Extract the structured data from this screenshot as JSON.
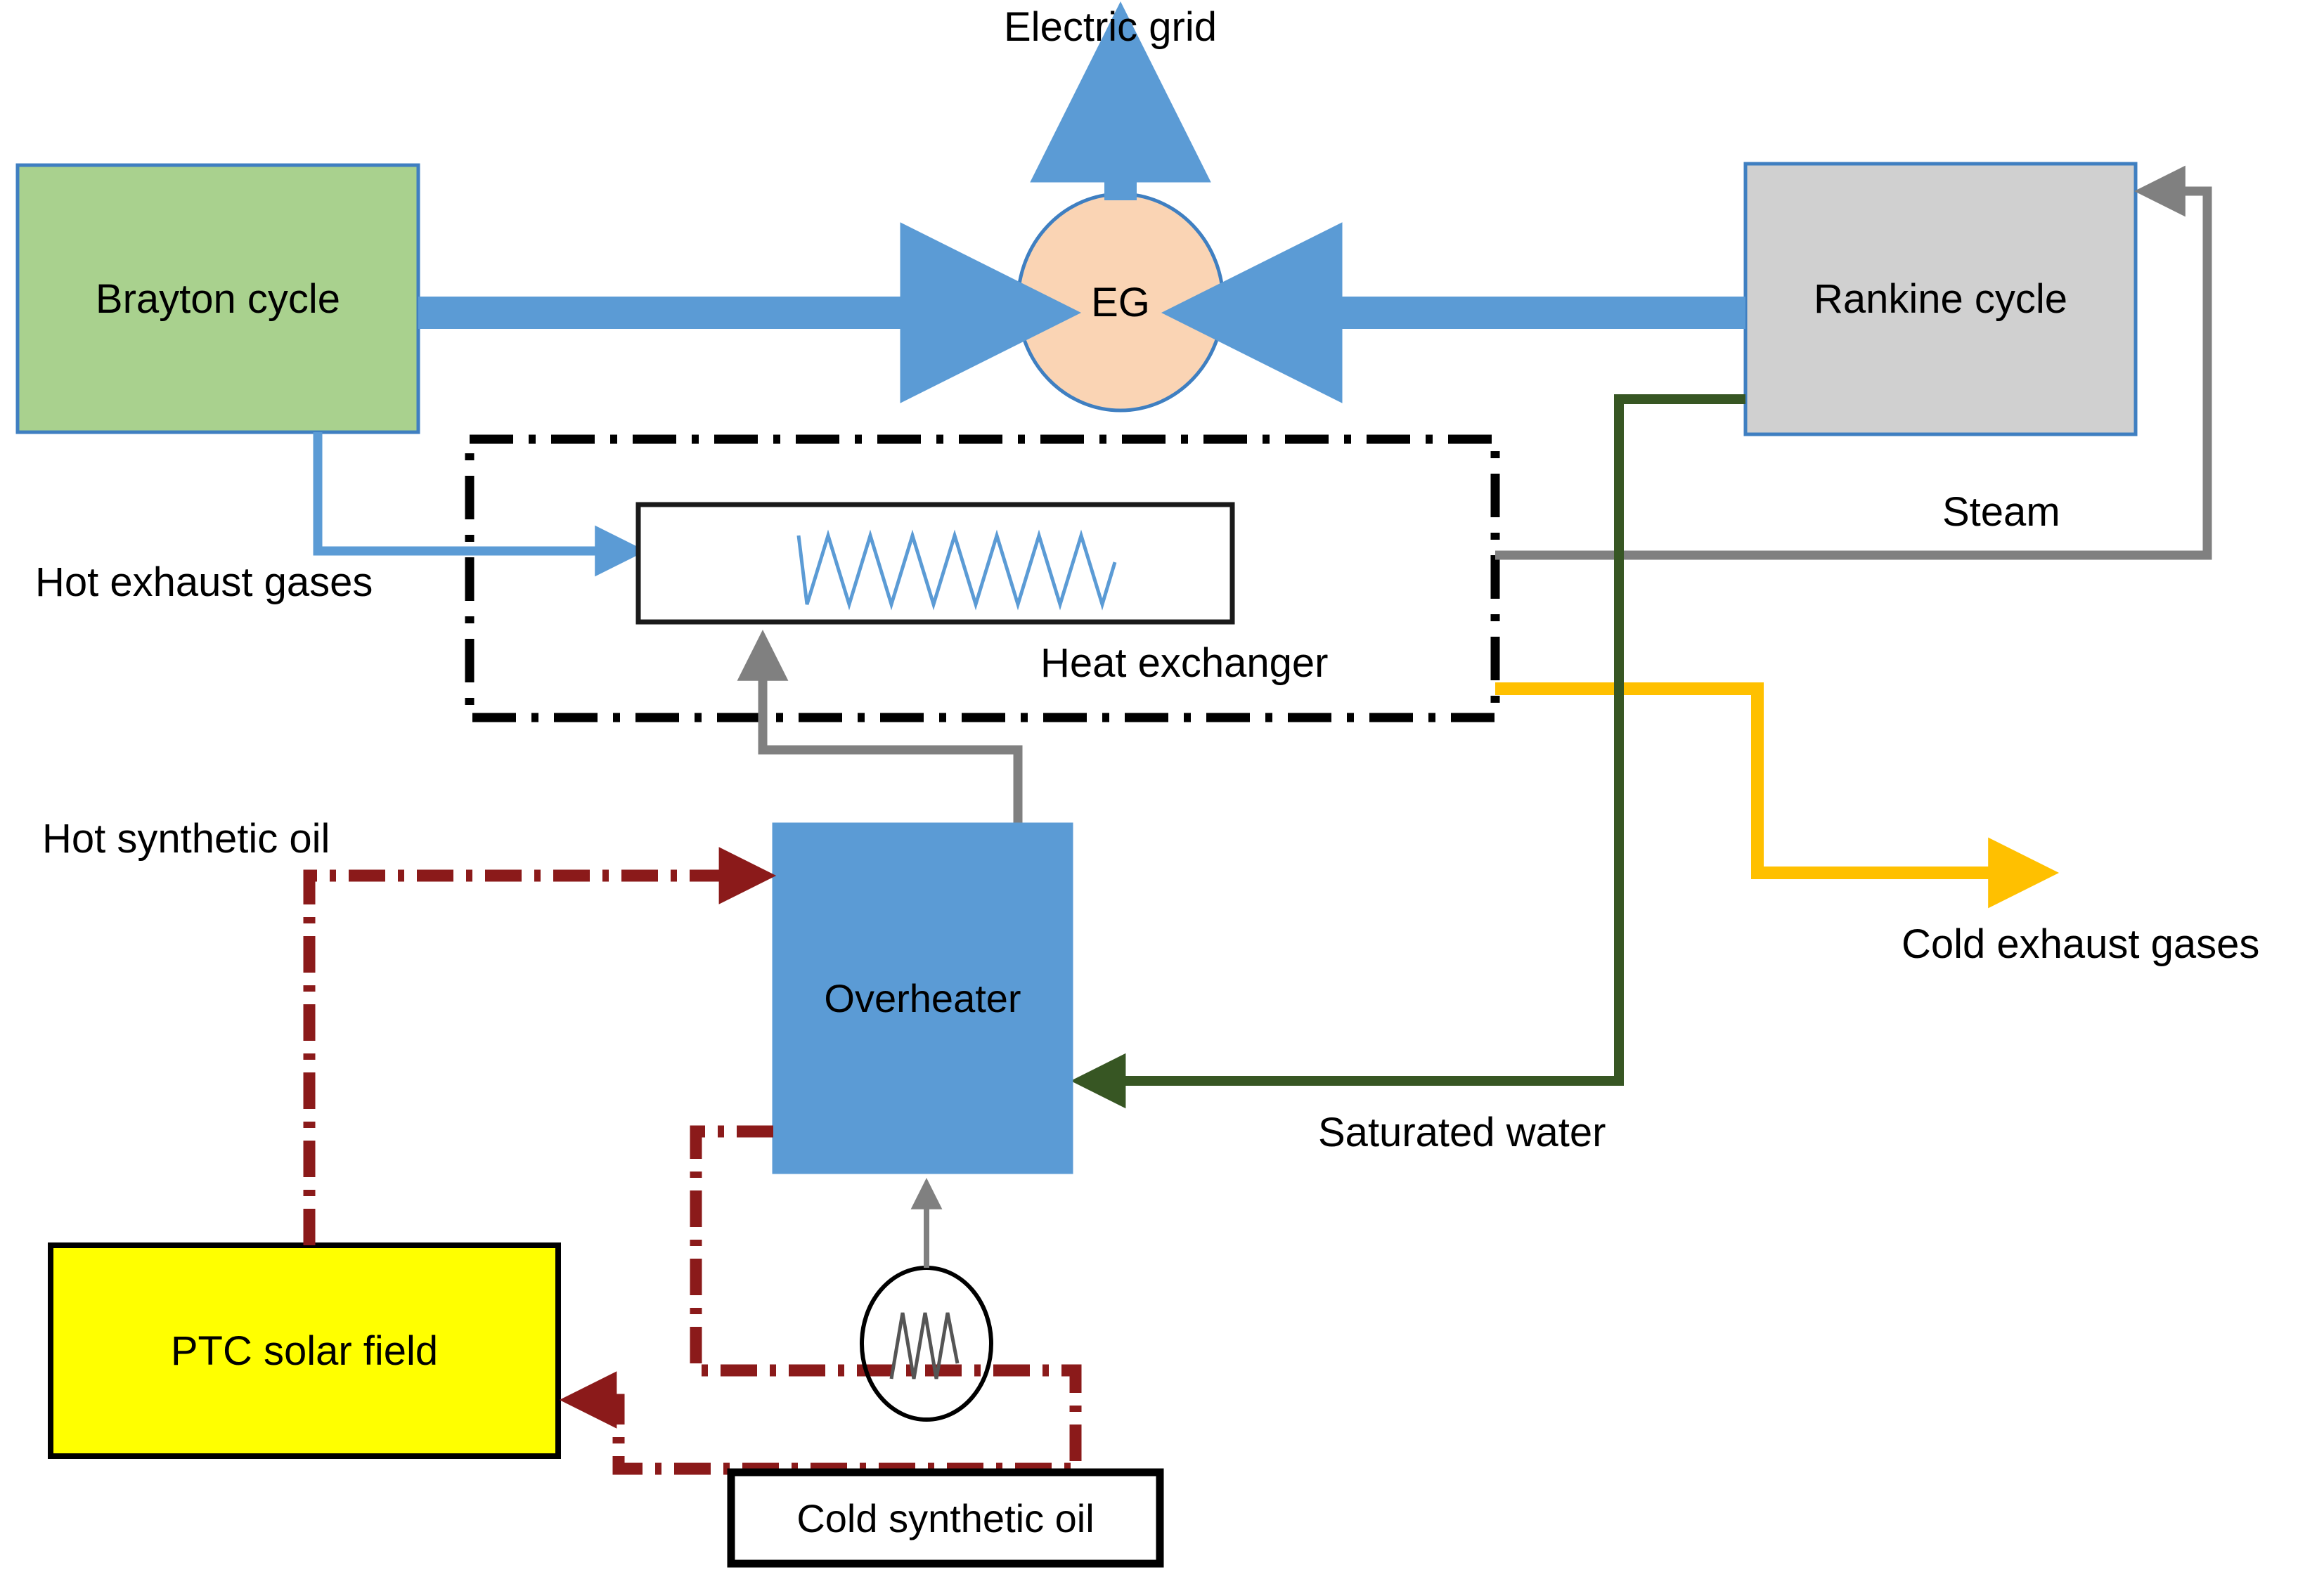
{
  "diagram": {
    "title_text_present": false,
    "blocks": {
      "brayton": {
        "label": "Brayton cycle",
        "fill": "#a9d18e",
        "stroke": "#3f7fc1"
      },
      "rankine": {
        "label": "Rankine cycle",
        "fill": "#d0d0d0",
        "stroke": "#3f7fc1"
      },
      "generator": {
        "label": "EG",
        "fill": "#fad4b4",
        "stroke": "#3f7fc1"
      },
      "heat_exchanger_vessel": {
        "label": "",
        "fill": "#ffffff",
        "stroke": "#1a1a1a"
      },
      "overheater": {
        "label": "Overheater",
        "fill": "#5b9bd5",
        "stroke": "#5b9bd5"
      },
      "ptc_solar_field": {
        "label": "PTC solar field",
        "fill": "#ffff00",
        "stroke": "#000000"
      },
      "cold_oil_box": {
        "label": "Cold synthetic oil",
        "fill": "#ffffff",
        "stroke": "#000000"
      },
      "pump": {
        "label": "",
        "fill": "#ffffff",
        "stroke": "#000000"
      }
    },
    "labels": {
      "electric_grid": "Electric grid",
      "hot_exhaust_gases": "Hot exhaust  gases",
      "heat_exchanger": "Heat exchanger",
      "steam": "Steam",
      "cold_exhaust_gases": "Cold exhaust  gases",
      "hot_synthetic_oil": "Hot synthetic oil",
      "saturated_water": "Saturated water",
      "cold_synthetic_oil": "Cold synthetic oil"
    },
    "flow_colors": {
      "power": "#5b9bd5",
      "exhaust_hot": "#5b9bd5",
      "exhaust_cold": "#ffc000",
      "steam": "#575757",
      "water": "#375623",
      "oil": "#8b1a1a",
      "hx_boundary": "#000000",
      "coil": "#5b9bd5"
    },
    "flows": [
      {
        "name": "brayton-to-generator",
        "color": "#5b9bd5",
        "style": "solid-thick-arrow"
      },
      {
        "name": "rankine-to-generator",
        "color": "#5b9bd5",
        "style": "solid-thick-arrow"
      },
      {
        "name": "generator-to-grid",
        "color": "#5b9bd5",
        "style": "solid-thick-arrow"
      },
      {
        "name": "brayton-to-heat-exchanger",
        "color": "#5b9bd5",
        "style": "solid-thin-arrow"
      },
      {
        "name": "heat-exchanger-to-cold-exhaust",
        "color": "#ffc000",
        "style": "solid-thin-arrow"
      },
      {
        "name": "overheater-to-heat-exchanger",
        "color": "#808080",
        "style": "solid-thin-arrow"
      },
      {
        "name": "heat-exchanger-to-rankine-steam",
        "color": "#575757",
        "style": "solid-thin-arrow"
      },
      {
        "name": "rankine-to-overheater-saturated-water",
        "color": "#375623",
        "style": "solid-thin-arrow"
      },
      {
        "name": "ptc-to-overheater-hot-oil",
        "color": "#8b1a1a",
        "style": "dash-dot-arrow"
      },
      {
        "name": "overheater-to-ptc-cold-oil",
        "color": "#8b1a1a",
        "style": "dash-dot-arrow"
      },
      {
        "name": "pump-to-overheater",
        "color": "#808080",
        "style": "solid-thin-arrow"
      }
    ]
  }
}
